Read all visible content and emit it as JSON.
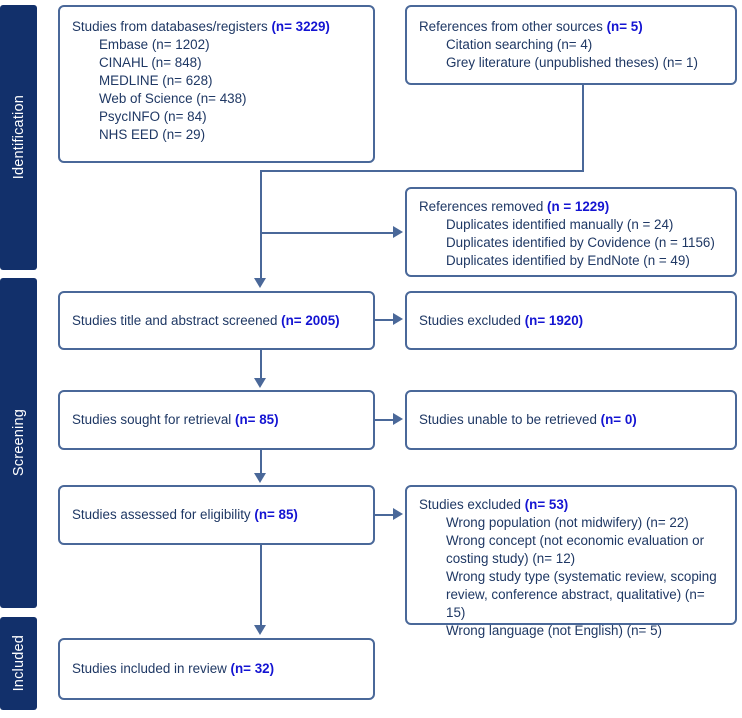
{
  "diagram": {
    "title": "PRISMA flow diagram",
    "colors": {
      "stage_bar": "#12306b",
      "box_border": "#4a6899",
      "text": "#1f3864",
      "count_accent": "#1414d2",
      "connector": "#4a6899",
      "background": "#ffffff"
    }
  },
  "stages": [
    {
      "id": "identification",
      "label": "Identification"
    },
    {
      "id": "screening",
      "label": "Screening"
    },
    {
      "id": "included",
      "label": "Included"
    }
  ],
  "boxes": {
    "databases": {
      "title_text": "Studies from databases/registers ",
      "title_count": "(n= 3229)",
      "items": [
        "Embase (n= 1202)",
        "CINAHL (n= 848)",
        "MEDLINE (n= 628)",
        "Web of Science (n= 438)",
        "PsycINFO (n= 84)",
        "NHS EED (n= 29)"
      ]
    },
    "other_sources": {
      "title_text": "References from other sources ",
      "title_count": "(n= 5)",
      "items": [
        "Citation searching (n= 4)",
        "Grey literature (unpublished theses) (n= 1)"
      ]
    },
    "refs_removed": {
      "title_text": "References removed ",
      "title_count": "(n = 1229)",
      "items": [
        "Duplicates identified manually (n = 24)",
        "Duplicates identified by Covidence (n = 1156)",
        "Duplicates identified by EndNote (n = 49)"
      ]
    },
    "title_screened": {
      "title_text": "Studies title and abstract screened ",
      "title_count": "(n= 2005)"
    },
    "excluded_1920": {
      "title_text": "Studies excluded ",
      "title_count": "(n= 1920)"
    },
    "sought": {
      "title_text": "Studies sought for retrieval ",
      "title_count": "(n= 85)"
    },
    "unable": {
      "title_text": "Studies unable to be retrieved ",
      "title_count": "(n= 0)"
    },
    "assessed": {
      "title_text": "Studies assessed for eligibility ",
      "title_count": "(n= 85)"
    },
    "excluded_53": {
      "title_text": "Studies excluded ",
      "title_count": "(n= 53)",
      "items": [
        "Wrong population (not midwifery) (n= 22)",
        "Wrong concept (not economic evaluation or costing study) (n= 12)",
        "Wrong study type (systematic review, scoping review, conference abstract, qualitative) (n= 15)",
        "Wrong language (not English) (n= 5)"
      ]
    },
    "included_32": {
      "title_text": "Studies included in review ",
      "title_count": "(n= 32)"
    }
  },
  "chart_data": {
    "type": "diagram",
    "subtype": "prisma-flow",
    "nodes": [
      {
        "id": "databases",
        "stage": "identification",
        "label": "Studies from databases/registers",
        "n": 3229,
        "breakdown": {
          "Embase": 1202,
          "CINAHL": 848,
          "MEDLINE": 628,
          "Web of Science": 438,
          "PsycINFO": 84,
          "NHS EED": 29
        }
      },
      {
        "id": "other_sources",
        "stage": "identification",
        "label": "References from other sources",
        "n": 5,
        "breakdown": {
          "Citation searching": 4,
          "Grey literature (unpublished theses)": 1
        }
      },
      {
        "id": "refs_removed",
        "stage": "identification",
        "label": "References removed",
        "n": 1229,
        "breakdown": {
          "Duplicates identified manually": 24,
          "Duplicates identified by Covidence": 1156,
          "Duplicates identified by EndNote": 49
        }
      },
      {
        "id": "title_screened",
        "stage": "screening",
        "label": "Studies title and abstract screened",
        "n": 2005
      },
      {
        "id": "excluded_1920",
        "stage": "screening",
        "label": "Studies excluded",
        "n": 1920
      },
      {
        "id": "sought",
        "stage": "screening",
        "label": "Studies sought for retrieval",
        "n": 85
      },
      {
        "id": "unable",
        "stage": "screening",
        "label": "Studies unable to be retrieved",
        "n": 0
      },
      {
        "id": "assessed",
        "stage": "screening",
        "label": "Studies assessed for eligibility",
        "n": 85
      },
      {
        "id": "excluded_53",
        "stage": "screening",
        "label": "Studies excluded",
        "n": 53,
        "breakdown": {
          "Wrong population (not midwifery)": 22,
          "Wrong concept (not economic evaluation or costing study)": 12,
          "Wrong study type (systematic review, scoping review, conference abstract, qualitative)": 15,
          "Wrong language (not English)": 5
        }
      },
      {
        "id": "included_32",
        "stage": "included",
        "label": "Studies included in review",
        "n": 32
      }
    ],
    "edges": [
      {
        "from": "databases",
        "to": "title_screened"
      },
      {
        "from": "other_sources",
        "to": "title_screened"
      },
      {
        "from": "databases",
        "to": "refs_removed"
      },
      {
        "from": "title_screened",
        "to": "excluded_1920"
      },
      {
        "from": "title_screened",
        "to": "sought"
      },
      {
        "from": "sought",
        "to": "unable"
      },
      {
        "from": "sought",
        "to": "assessed"
      },
      {
        "from": "assessed",
        "to": "excluded_53"
      },
      {
        "from": "assessed",
        "to": "included_32"
      }
    ]
  }
}
